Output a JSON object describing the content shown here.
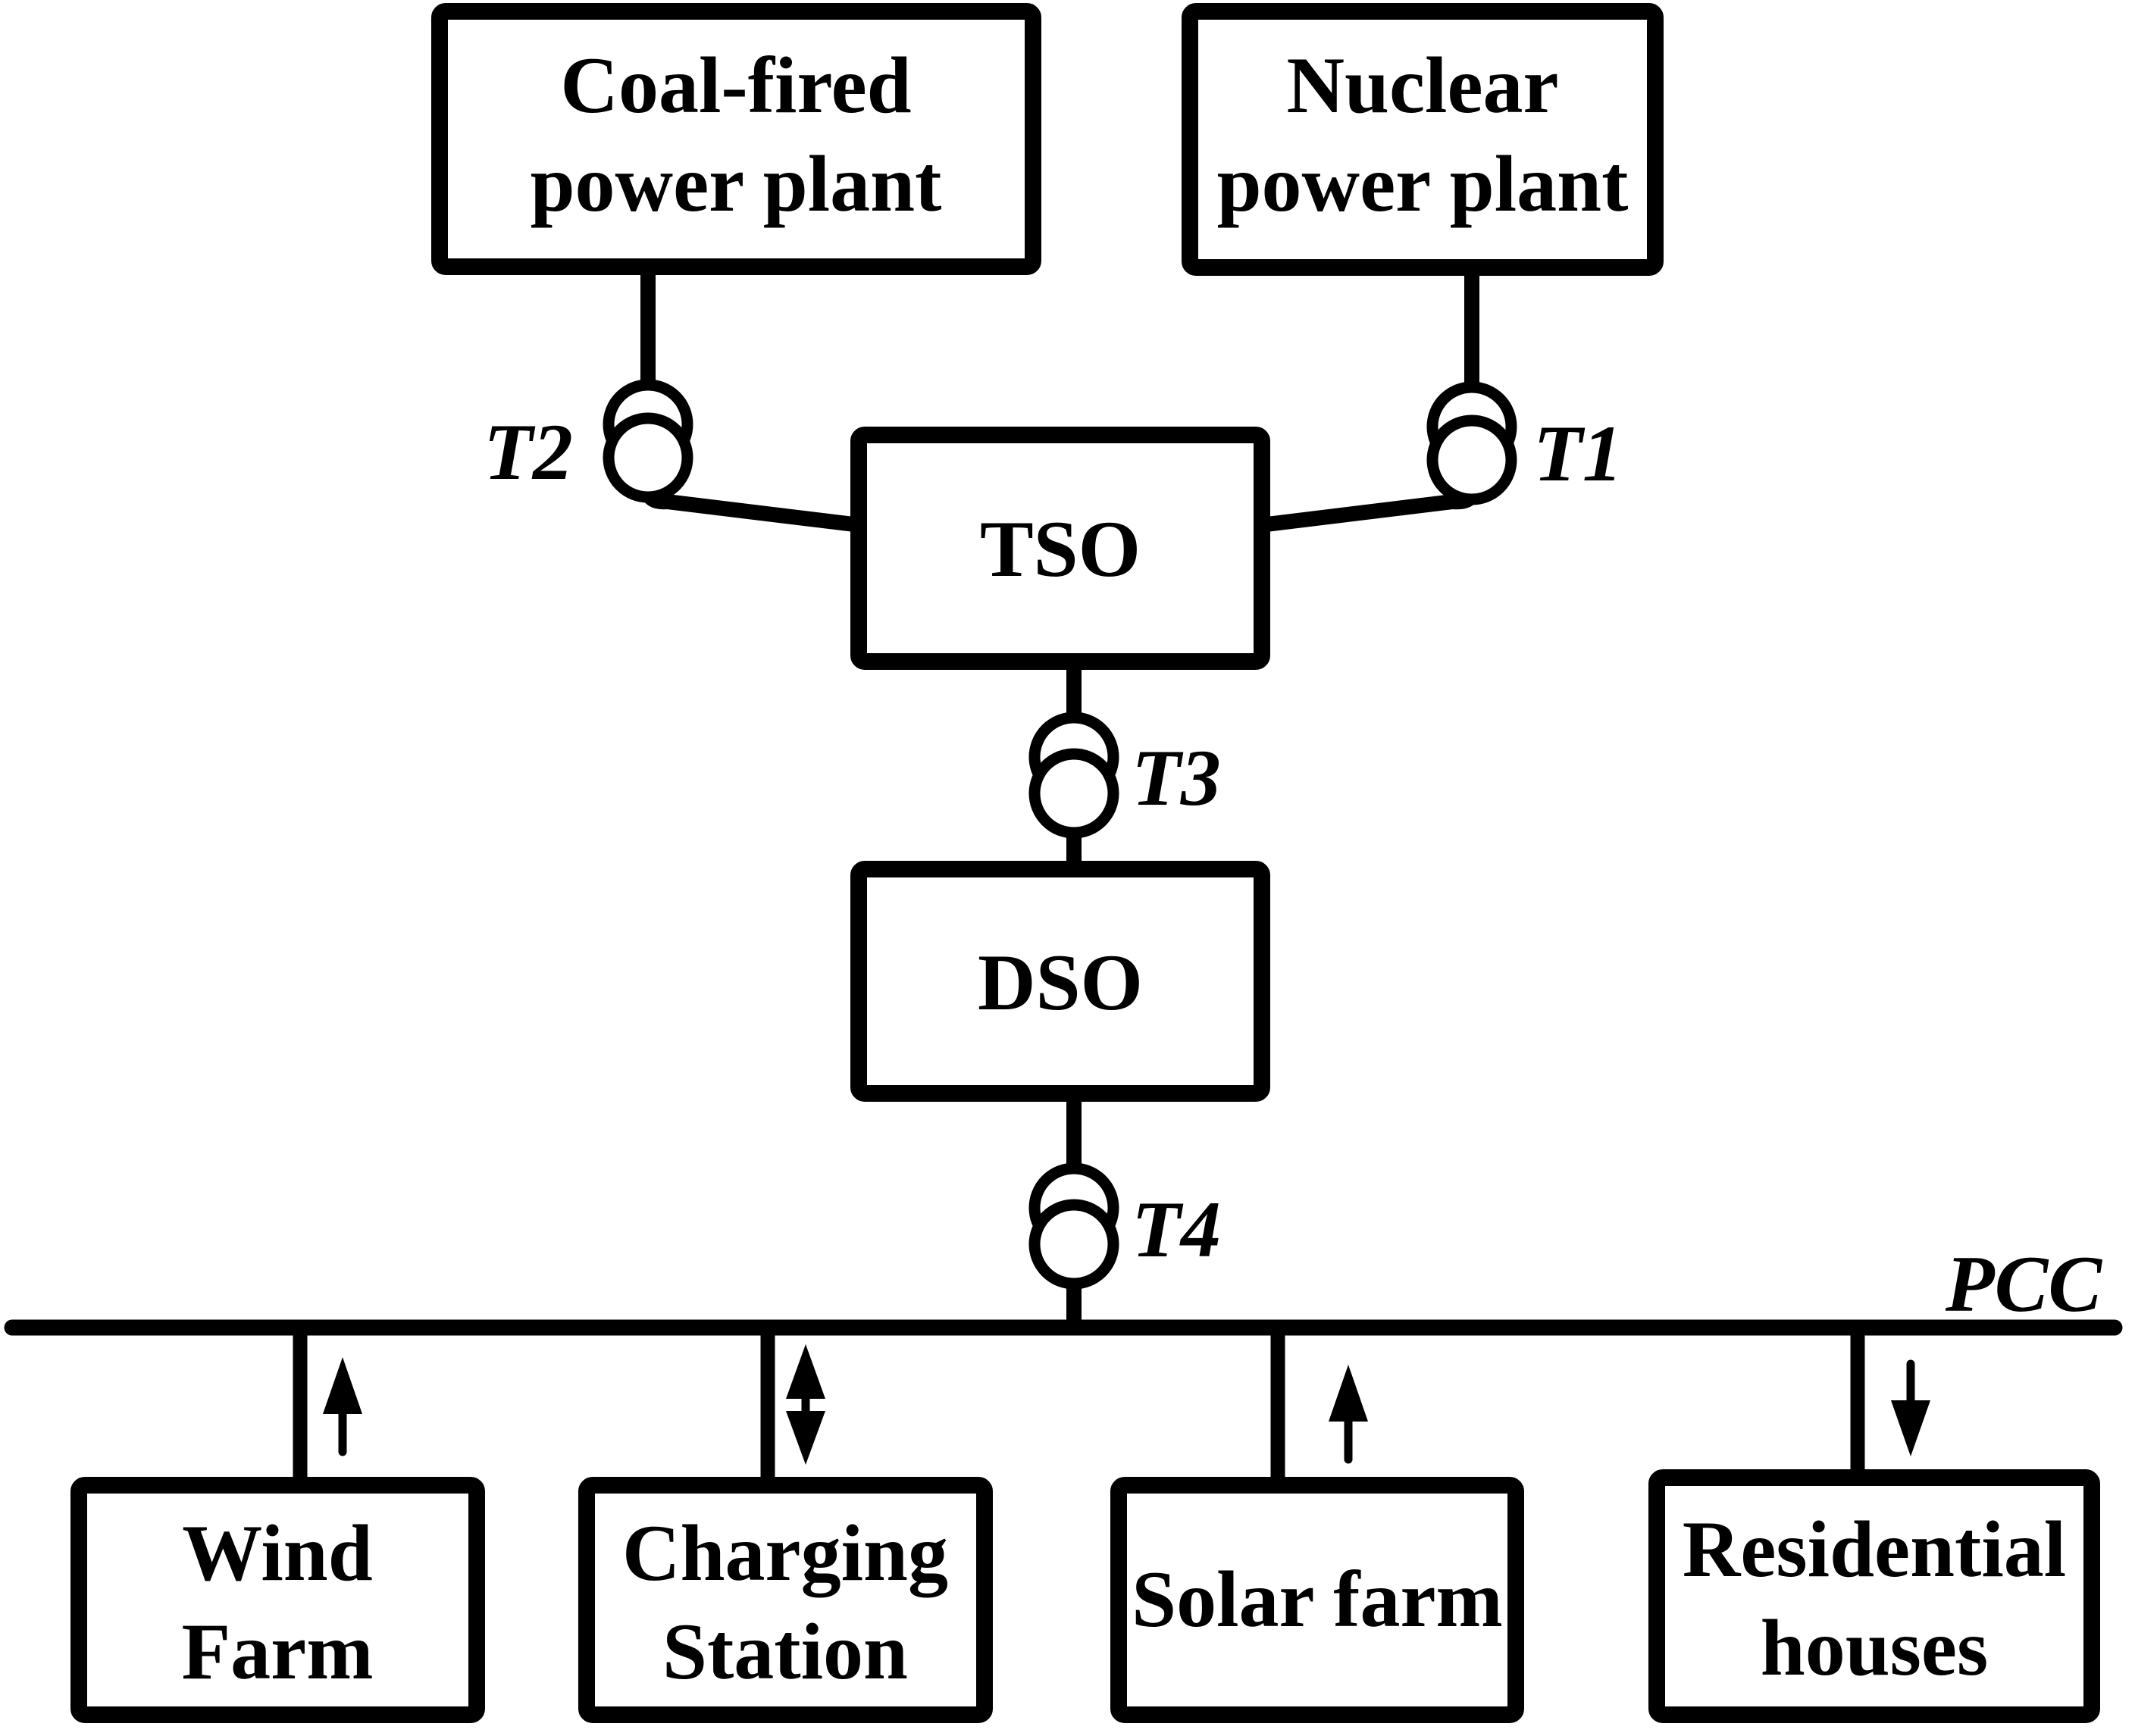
{
  "diagram": {
    "background_color": "#ffffff",
    "line_color": "#000000",
    "nodes": {
      "coal_plant": {
        "line1": "Coal-fired",
        "line2": "power plant"
      },
      "nuclear_plant": {
        "line1": "Nuclear",
        "line2": "power plant"
      },
      "tso": {
        "label": "TSO"
      },
      "dso": {
        "label": "DSO"
      },
      "wind_farm": {
        "line1": "Wind",
        "line2": "Farm"
      },
      "charging_station": {
        "line1": "Charging",
        "line2": "Station"
      },
      "solar_farm": {
        "label": "Solar farm"
      },
      "residential_houses": {
        "line1": "Residential",
        "line2": "houses"
      }
    },
    "transformers": {
      "t1": {
        "label": "T1"
      },
      "t2": {
        "label": "T2"
      },
      "t3": {
        "label": "T3"
      },
      "t4": {
        "label": "T4"
      }
    },
    "bus": {
      "label": "PCC"
    },
    "flow_arrows": {
      "wind_farm": "up-export",
      "charging_station": "bidirectional",
      "solar_farm": "up-export",
      "residential_houses": "down-import"
    }
  }
}
